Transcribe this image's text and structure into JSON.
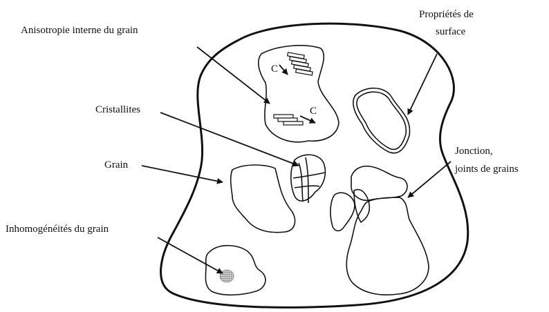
{
  "labels": {
    "anisotropy": "Anisotropie interne du grain",
    "surface_line1": "Propriétés de",
    "surface_line2": "surface",
    "crystallites": "Cristallites",
    "grain": "Grain",
    "junction_line1": "Jonction,",
    "junction_line2": "joints de grains",
    "inhomogeneities": "Inhomogénéités du grain"
  },
  "axis_marker": "C",
  "colors": {
    "stroke": "#111111",
    "background": "#ffffff",
    "inclusion": "#9a9a9a"
  }
}
